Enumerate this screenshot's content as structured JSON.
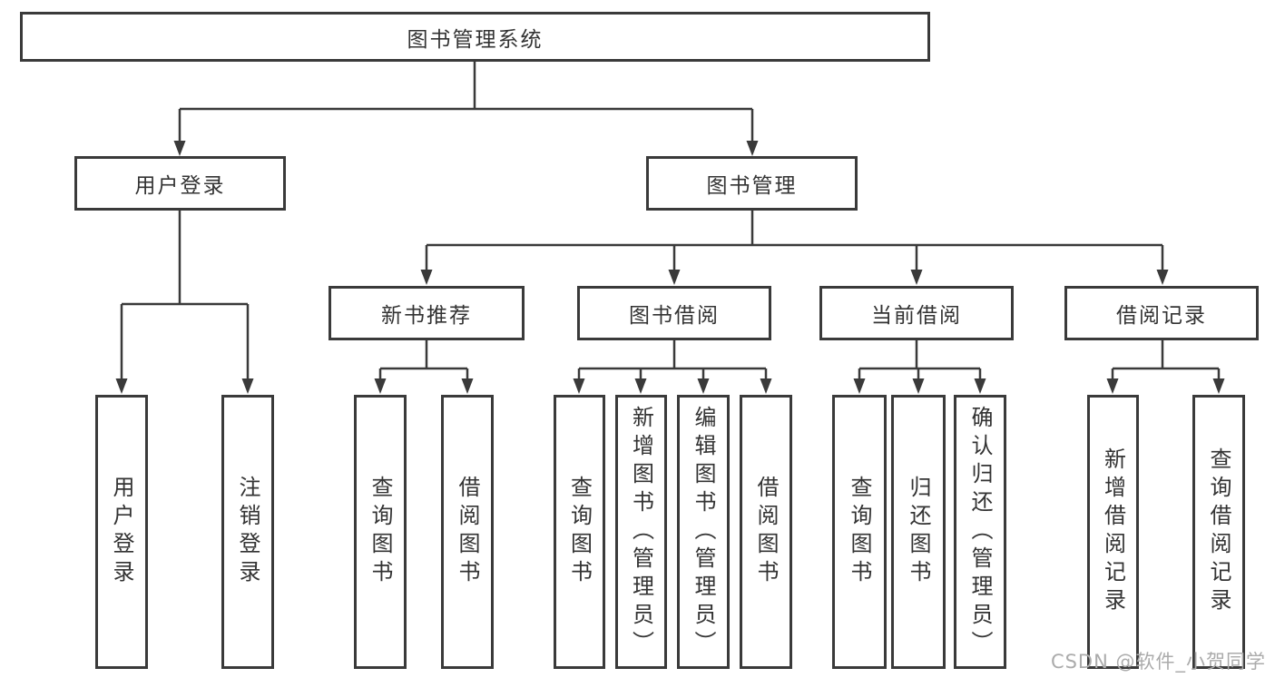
{
  "diagram": {
    "root": {
      "label": "图书管理系统"
    },
    "level2": [
      {
        "label": "用户登录"
      },
      {
        "label": "图书管理"
      }
    ],
    "level3": [
      {
        "label": "新书推荐"
      },
      {
        "label": "图书借阅"
      },
      {
        "label": "当前借阅"
      },
      {
        "label": "借阅记录"
      }
    ],
    "leaves": {
      "user_login": [
        "用户登录",
        "注销登录"
      ],
      "new_books": [
        "查询图书",
        "借阅图书"
      ],
      "book_borrow": [
        "查询图书",
        "新增图书（管理员）",
        "编辑图书（管理员）",
        "借阅图书"
      ],
      "current_borrow": [
        "查询图书",
        "归还图书",
        "确认归还（管理员）"
      ],
      "borrow_records": [
        "新增借阅记录",
        "查询借阅记录"
      ]
    }
  },
  "watermark": {
    "text": "CSDN @软件_小贺同学"
  },
  "colors": {
    "border": "#3a3a3a",
    "line": "#3a3a3a",
    "text": "#333333",
    "watermark": "#ababab",
    "background": "#ffffff"
  }
}
